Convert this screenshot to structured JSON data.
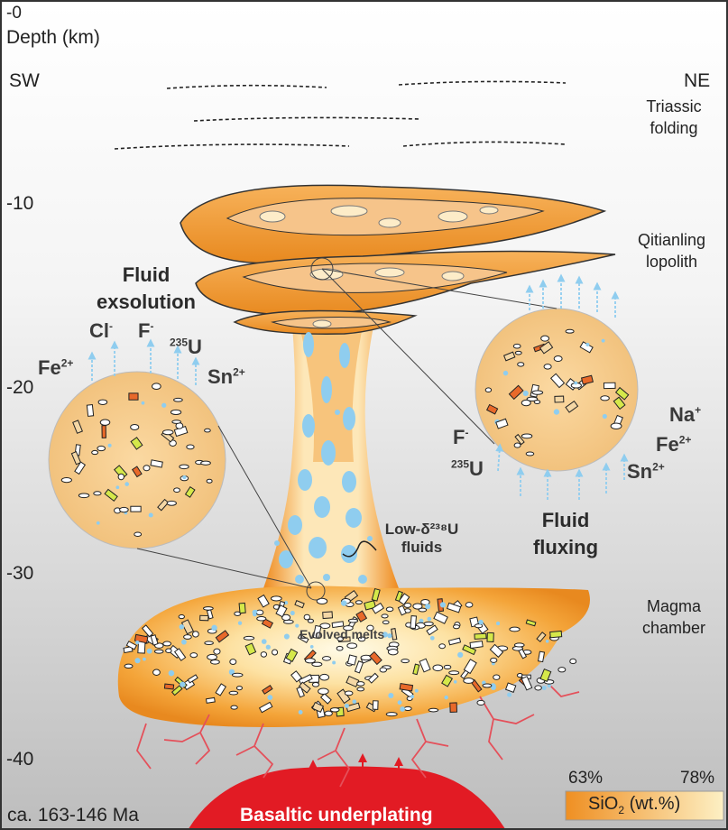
{
  "depth_axis": {
    "label": "Depth (km)",
    "ticks": [
      "-0",
      "-10",
      "-20",
      "-30",
      "-40"
    ]
  },
  "orientation": {
    "left": "SW",
    "right": "NE"
  },
  "annotations": {
    "triassic": "Triassic folding",
    "lopolith": "Qitianling lopolith",
    "chamber": "Magma chamber",
    "evolved": "Evolved melts",
    "low_u": "Low-δ²³⁸U fluids",
    "underplating": "Basaltic underplating",
    "age": "ca. 163-146 Ma",
    "exsolution": "Fluid exsolution",
    "fluxing": "Fluid fluxing"
  },
  "ions_left": [
    "Cl",
    "F",
    "235",
    "U",
    "Fe",
    "2+",
    "Sn",
    "2+",
    "-",
    "-"
  ],
  "ions_right": [
    "Na",
    "+",
    "Fe",
    "2+",
    "Sn",
    "2+",
    "F",
    "-",
    "235",
    "U"
  ],
  "sio2_scale": {
    "min_label": "63%",
    "max_label": "78%",
    "label": "SiO",
    "sub": "2",
    "unit": "(wt.%)"
  },
  "colors": {
    "magma_dark": "#e8891f",
    "magma_light": "#fde7b8",
    "fluid": "#8fcdef",
    "basalt": "#e21b24",
    "crack": "#e4505a"
  }
}
